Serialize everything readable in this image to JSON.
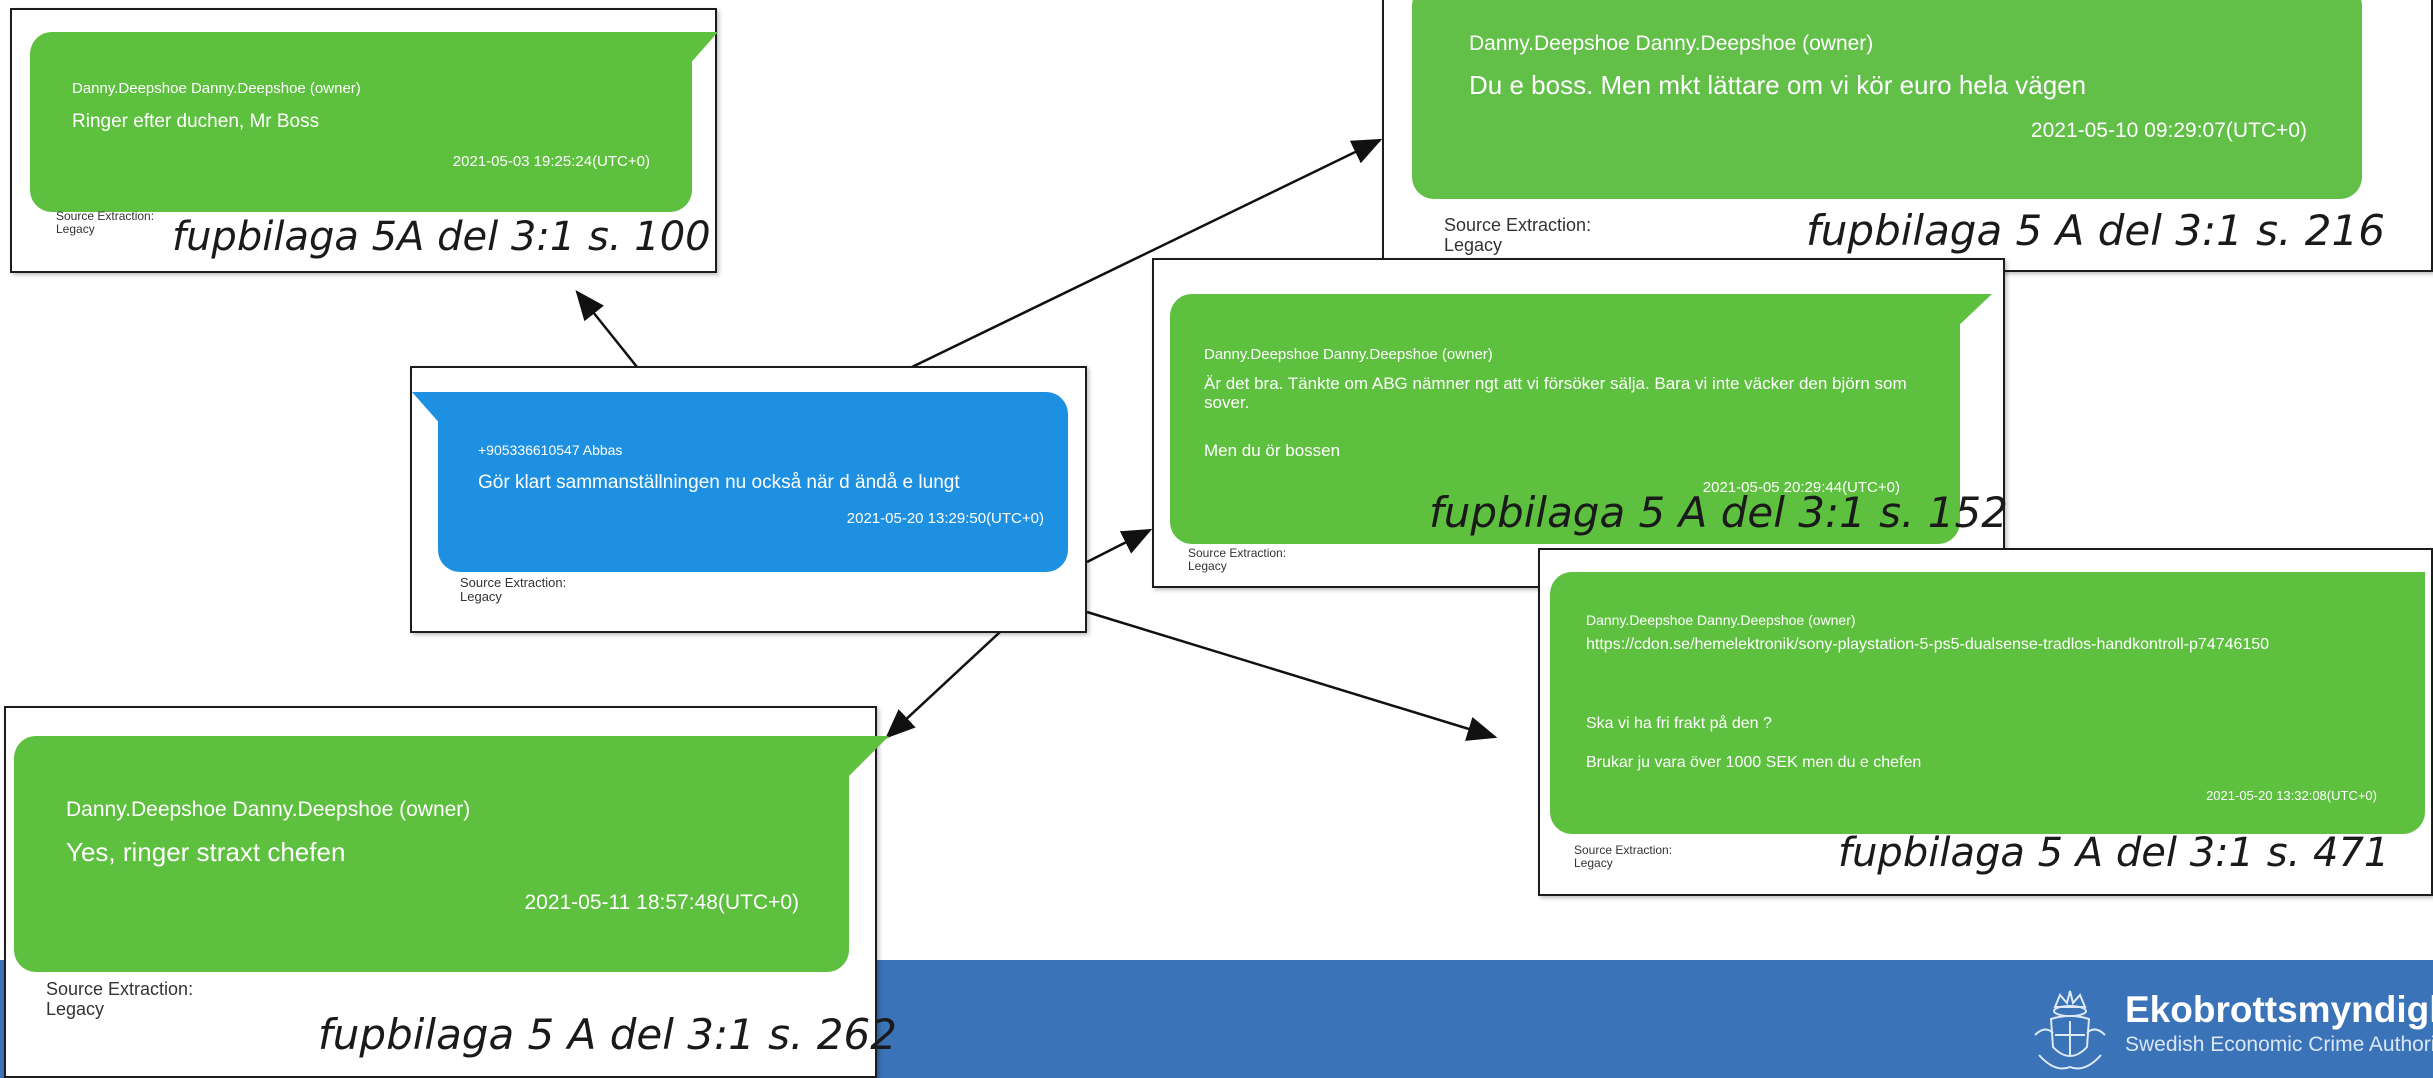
{
  "colors": {
    "green_bubble": "#5ec03f",
    "blue_bubble": "#1e90e2",
    "footer": "#3b73b8"
  },
  "center": {
    "sender": "+905336610547 Abbas",
    "message": "Gör klart sammanställningen nu också när d ändå e lungt",
    "timestamp": "2021-05-20 13:29:50(UTC+0)",
    "source_label": "Source Extraction:",
    "source_value": "Legacy"
  },
  "top_left": {
    "sender": "Danny.Deepshoe Danny.Deepshoe (owner)",
    "message": "Ringer efter duchen, Mr Boss",
    "timestamp": "2021-05-03 19:25:24(UTC+0)",
    "source_label": "Source Extraction:",
    "source_value": "Legacy",
    "reference": "fupbilaga 5A  del 3:1 s. 100"
  },
  "top_right": {
    "sender": "Danny.Deepshoe Danny.Deepshoe (owner)",
    "message": "Du e boss. Men mkt lättare om vi kör euro hela vägen",
    "timestamp": "2021-05-10 09:29:07(UTC+0)",
    "source_label": "Source Extraction:",
    "source_value": "Legacy",
    "reference": "fupbilaga 5 A del 3:1 s. 216"
  },
  "middle_right": {
    "sender": "Danny.Deepshoe Danny.Deepshoe (owner)",
    "message_1": "Är det bra. Tänkte om ABG nämner ngt att vi försöker sälja. Bara vi inte väcker den björn som sover.",
    "message_2": "Men du ör bossen",
    "timestamp": "2021-05-05 20:29:44(UTC+0)",
    "source_label": "Source Extraction:",
    "source_value": "Legacy",
    "reference": "fupbilaga 5 A del 3:1 s. 152"
  },
  "lower_right": {
    "sender": "Danny.Deepshoe Danny.Deepshoe (owner)",
    "link": "https://cdon.se/hemelektronik/sony-playstation-5-ps5-dualsense-tradlos-handkontroll-p74746150",
    "message_1": "Ska vi ha fri frakt på den ?",
    "message_2": "Brukar ju vara över 1000 SEK men du e chefen",
    "timestamp": "2021-05-20 13:32:08(UTC+0)",
    "source_label": "Source Extraction:",
    "source_value": "Legacy",
    "reference": "fupbilaga 5 A del 3:1 s. 471"
  },
  "bottom_left": {
    "sender": "Danny.Deepshoe Danny.Deepshoe (owner)",
    "message": "Yes, ringer straxt chefen",
    "timestamp": "2021-05-11 18:57:48(UTC+0)",
    "source_label": "Source Extraction:",
    "source_value": "Legacy",
    "reference": "fupbilaga 5 A del 3:1 s. 262"
  },
  "logo": {
    "name": "Ekobrottsmyndigheten",
    "subtitle": "Swedish Economic Crime Authority",
    "icon": "crown-crest-icon"
  }
}
